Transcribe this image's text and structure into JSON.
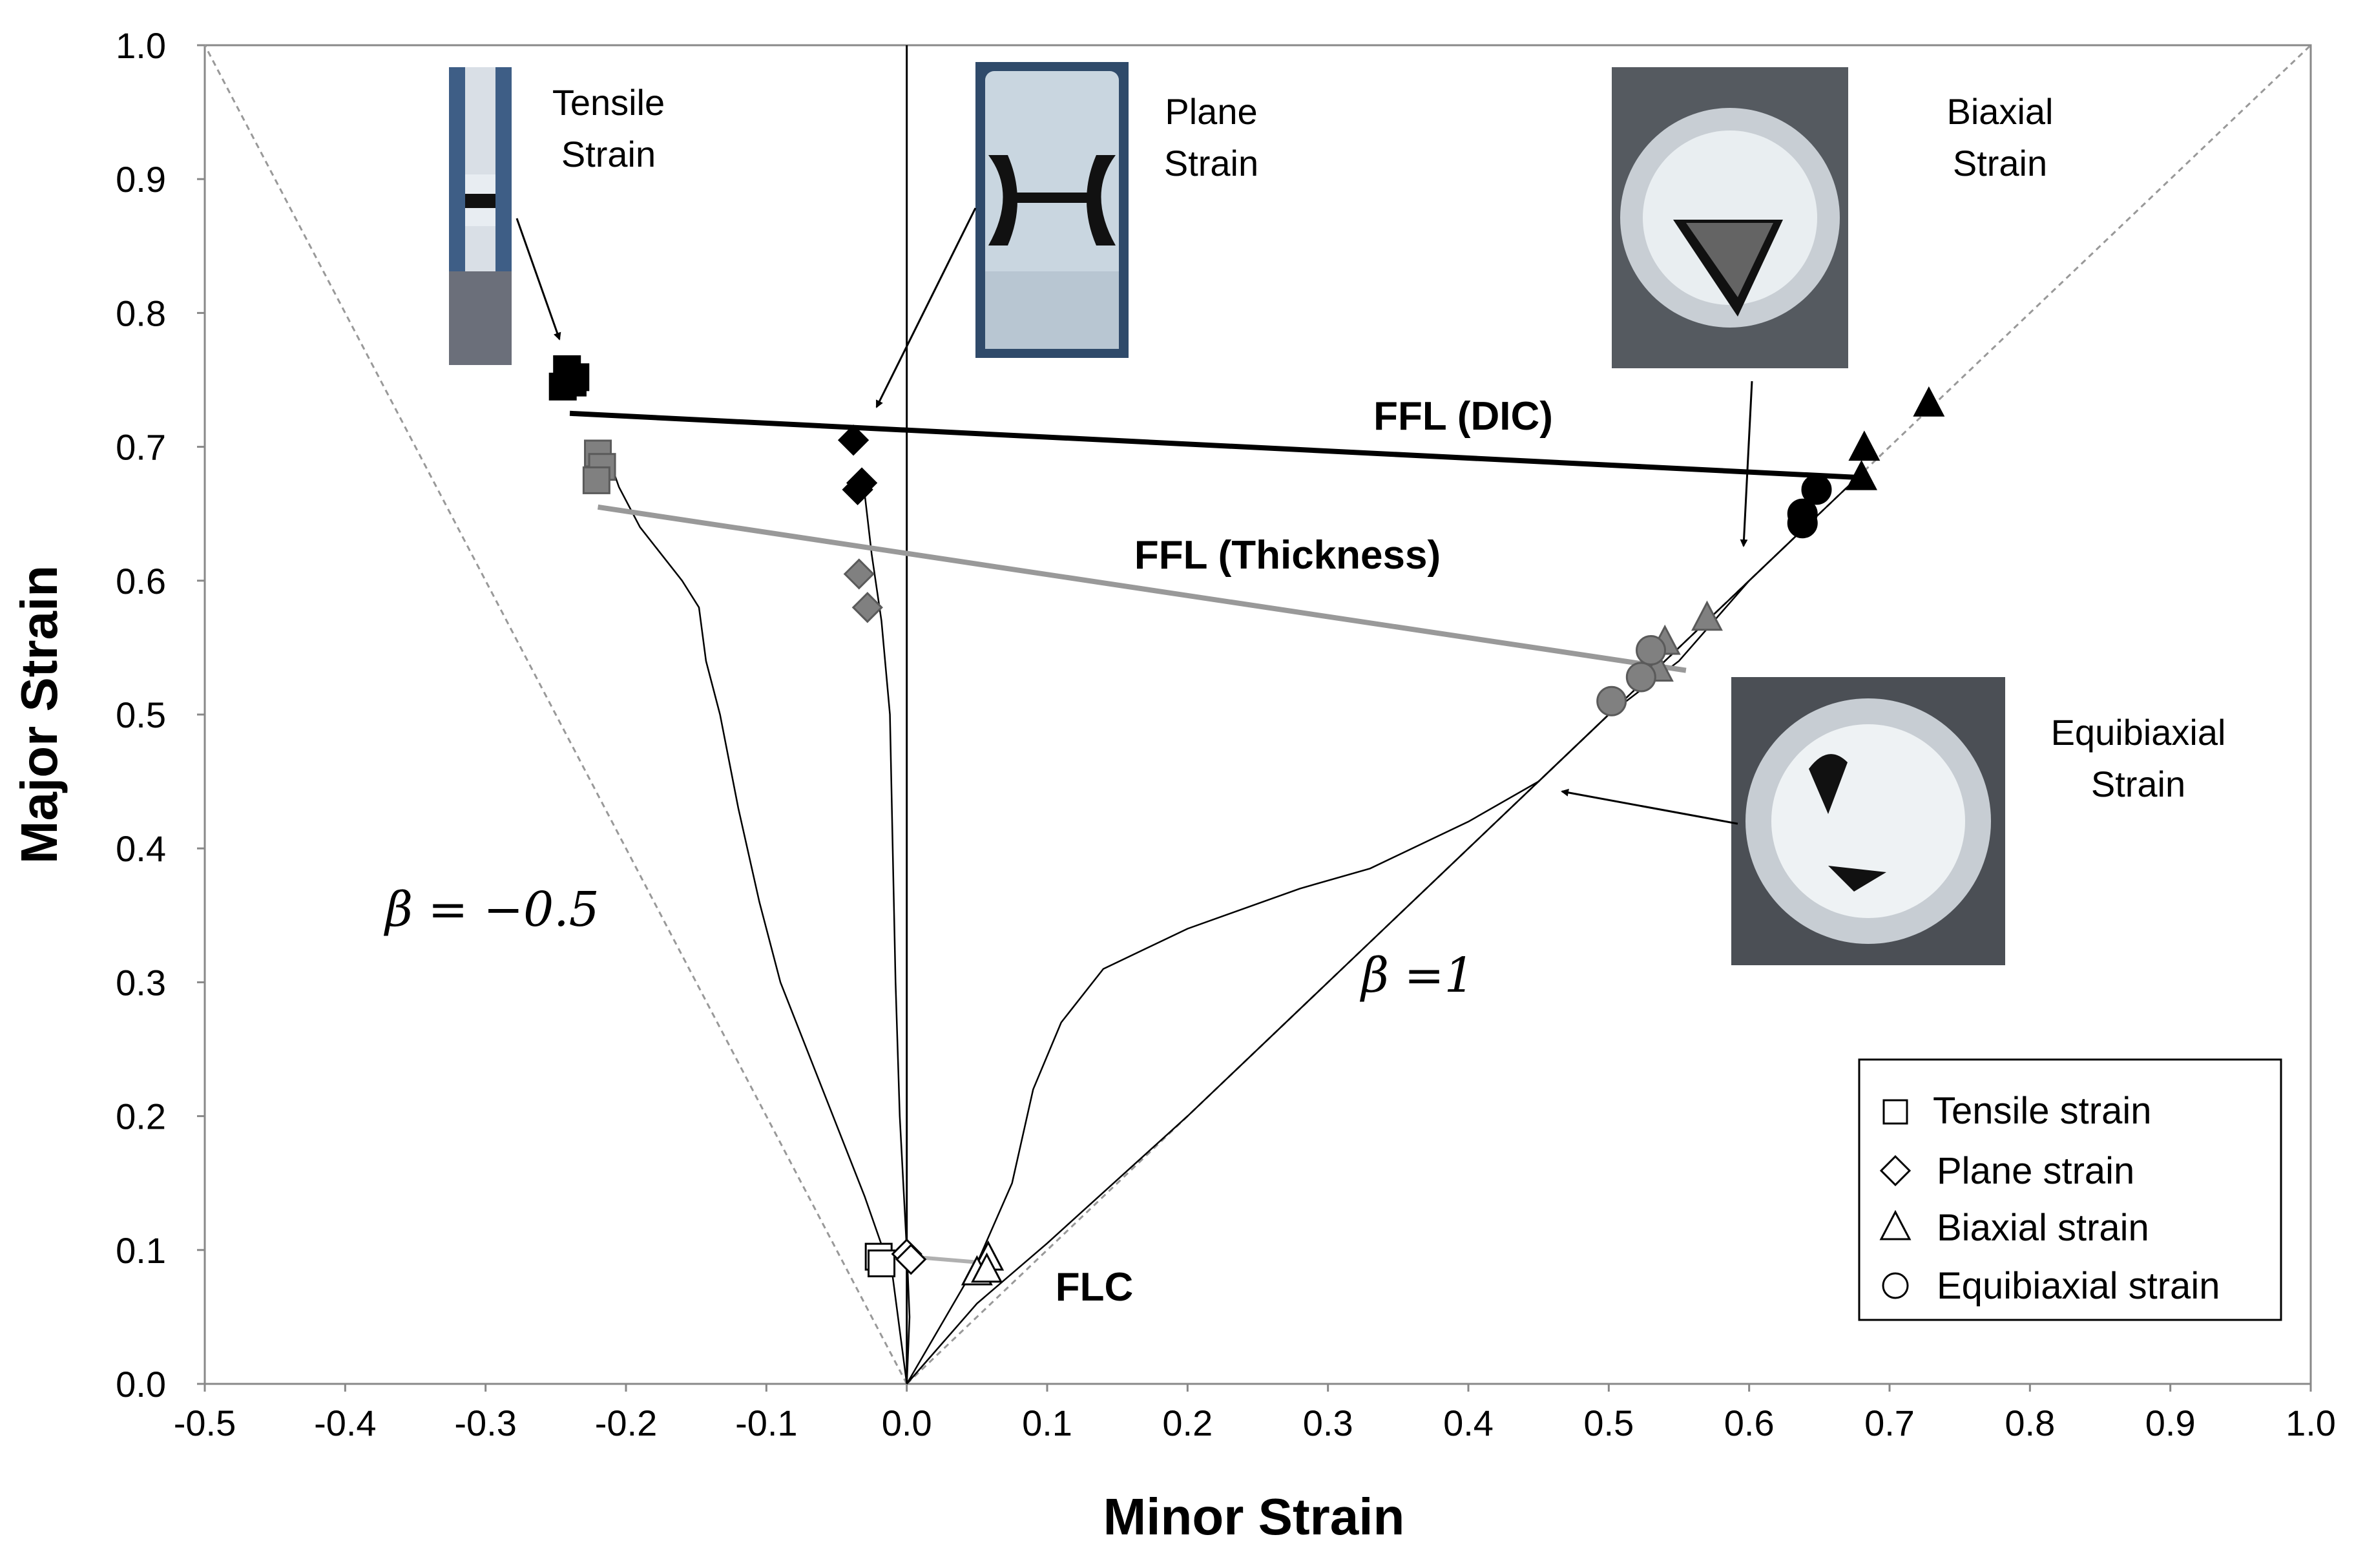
{
  "chart_data": {
    "type": "scatter",
    "xlabel": "Minor Strain",
    "ylabel": "Major Strain",
    "xlim": [
      -0.5,
      1.0
    ],
    "ylim": [
      0.0,
      1.0
    ],
    "x_ticks": [
      "-0.5",
      "-0.4",
      "-0.3",
      "-0.2",
      "-0.1",
      "0.0",
      "0.1",
      "0.2",
      "0.3",
      "0.4",
      "0.5",
      "0.6",
      "0.7",
      "0.8",
      "0.9",
      "1.0"
    ],
    "y_ticks": [
      "0.0",
      "0.1",
      "0.2",
      "0.3",
      "0.4",
      "0.5",
      "0.6",
      "0.7",
      "0.8",
      "0.9",
      "1.0"
    ],
    "grid": false,
    "legend_position": "bottom-right",
    "legend": [
      {
        "label": "Tensile strain",
        "marker": "square"
      },
      {
        "label": "Plane strain",
        "marker": "diamond"
      },
      {
        "label": "Biaxial strain",
        "marker": "triangle"
      },
      {
        "label": "Equibiaxial strain",
        "marker": "circle"
      }
    ],
    "colors": {
      "dic": "#000000",
      "thickness": "#808080",
      "flc": "#ffffff",
      "ffl_thickness_line": "#999999",
      "flc_line": "#b0b0b0"
    },
    "series": [
      {
        "name": "Tensile strain",
        "marker": "square",
        "group": "dic",
        "points": [
          [
            -0.242,
            0.758
          ],
          [
            -0.238,
            0.748
          ],
          [
            -0.245,
            0.745
          ],
          [
            -0.236,
            0.752
          ]
        ]
      },
      {
        "name": "Tensile strain",
        "marker": "square",
        "group": "thickness",
        "points": [
          [
            -0.22,
            0.695
          ],
          [
            -0.217,
            0.685
          ],
          [
            -0.221,
            0.675
          ]
        ]
      },
      {
        "name": "Tensile strain",
        "marker": "square",
        "group": "flc",
        "points": [
          [
            -0.02,
            0.095
          ],
          [
            -0.018,
            0.09
          ]
        ]
      },
      {
        "name": "Plane strain",
        "marker": "diamond",
        "group": "dic",
        "points": [
          [
            -0.038,
            0.705
          ],
          [
            -0.035,
            0.668
          ],
          [
            -0.032,
            0.673
          ]
        ]
      },
      {
        "name": "Plane strain",
        "marker": "diamond",
        "group": "thickness",
        "points": [
          [
            -0.034,
            0.605
          ],
          [
            -0.028,
            0.58
          ]
        ]
      },
      {
        "name": "Plane strain",
        "marker": "diamond",
        "group": "flc",
        "points": [
          [
            0.0,
            0.097
          ],
          [
            0.003,
            0.093
          ]
        ]
      },
      {
        "name": "Biaxial strain",
        "marker": "triangle",
        "group": "dic",
        "points": [
          [
            0.728,
            0.733
          ],
          [
            0.682,
            0.7
          ],
          [
            0.68,
            0.678
          ]
        ]
      },
      {
        "name": "Biaxial strain",
        "marker": "triangle",
        "group": "thickness",
        "points": [
          [
            0.57,
            0.573
          ],
          [
            0.54,
            0.555
          ],
          [
            0.535,
            0.535
          ]
        ]
      },
      {
        "name": "Biaxial strain",
        "marker": "triangle",
        "group": "flc",
        "points": [
          [
            0.058,
            0.095
          ],
          [
            0.05,
            0.084
          ],
          [
            0.057,
            0.086
          ]
        ]
      },
      {
        "name": "Equibiaxial strain",
        "marker": "circle",
        "group": "dic",
        "points": [
          [
            0.648,
            0.668
          ],
          [
            0.638,
            0.65
          ],
          [
            0.638,
            0.643
          ]
        ]
      },
      {
        "name": "Equibiaxial strain",
        "marker": "circle",
        "group": "thickness",
        "points": [
          [
            0.53,
            0.548
          ],
          [
            0.523,
            0.528
          ],
          [
            0.502,
            0.51
          ]
        ]
      }
    ],
    "lines": [
      {
        "label": "FFL (DIC)",
        "points": [
          [
            -0.24,
            0.725
          ],
          [
            0.68,
            0.677
          ]
        ],
        "color": "#000000"
      },
      {
        "label": "FFL (Thickness)",
        "points": [
          [
            -0.22,
            0.655
          ],
          [
            0.555,
            0.533
          ]
        ],
        "color": "#999999"
      },
      {
        "label": "FLC",
        "points": [
          [
            -0.02,
            0.097
          ],
          [
            0.06,
            0.09
          ]
        ],
        "color": "#b0b0b0"
      }
    ],
    "reference_lines": [
      {
        "label": "β = −0.5",
        "points": [
          [
            0.0,
            0.0
          ],
          [
            -0.5,
            1.0
          ]
        ]
      },
      {
        "label": "β =1",
        "points": [
          [
            0.0,
            0.0
          ],
          [
            1.0,
            1.0
          ]
        ]
      }
    ],
    "strain_paths": [
      {
        "name": "tensile",
        "points": [
          [
            0.0,
            0.0
          ],
          [
            -0.01,
            0.08
          ],
          [
            -0.03,
            0.14
          ],
          [
            -0.06,
            0.22
          ],
          [
            -0.09,
            0.3
          ],
          [
            -0.105,
            0.36
          ],
          [
            -0.12,
            0.43
          ],
          [
            -0.133,
            0.5
          ],
          [
            -0.143,
            0.54
          ],
          [
            -0.148,
            0.58
          ],
          [
            -0.16,
            0.6
          ],
          [
            -0.19,
            0.64
          ],
          [
            -0.205,
            0.67
          ],
          [
            -0.215,
            0.7
          ]
        ]
      },
      {
        "name": "plane",
        "points": [
          [
            0.0,
            0.0
          ],
          [
            0.002,
            0.05
          ],
          [
            0.0,
            0.1
          ],
          [
            -0.005,
            0.2
          ],
          [
            -0.008,
            0.3
          ],
          [
            -0.01,
            0.4
          ],
          [
            -0.012,
            0.5
          ],
          [
            -0.018,
            0.57
          ],
          [
            -0.025,
            0.62
          ],
          [
            -0.03,
            0.665
          ]
        ]
      },
      {
        "name": "biaxial",
        "points": [
          [
            0.0,
            0.0
          ],
          [
            0.05,
            0.09
          ],
          [
            0.075,
            0.15
          ],
          [
            0.09,
            0.22
          ],
          [
            0.11,
            0.27
          ],
          [
            0.14,
            0.31
          ],
          [
            0.2,
            0.34
          ],
          [
            0.28,
            0.37
          ],
          [
            0.33,
            0.385
          ],
          [
            0.4,
            0.42
          ],
          [
            0.45,
            0.45
          ],
          [
            0.5,
            0.5
          ],
          [
            0.55,
            0.54
          ],
          [
            0.6,
            0.6
          ],
          [
            0.64,
            0.64
          ],
          [
            0.675,
            0.675
          ]
        ]
      },
      {
        "name": "equibiaxial",
        "points": [
          [
            0.0,
            0.0
          ],
          [
            0.05,
            0.06
          ],
          [
            0.1,
            0.105
          ],
          [
            0.2,
            0.2
          ],
          [
            0.3,
            0.3
          ],
          [
            0.4,
            0.4
          ],
          [
            0.5,
            0.5
          ],
          [
            0.6,
            0.6
          ],
          [
            0.64,
            0.64
          ]
        ]
      }
    ],
    "text_labels": [
      {
        "key": "ffl_dic",
        "text": "FFL (DIC)"
      },
      {
        "key": "ffl_thickness",
        "text": "FFL (Thickness)"
      },
      {
        "key": "flc",
        "text": "FLC"
      },
      {
        "key": "beta_neg",
        "text": "β = −0.5"
      },
      {
        "key": "beta_one",
        "text": "β =1"
      }
    ],
    "photo_annotations": [
      {
        "key": "tensile",
        "lines": [
          "Tensile",
          "Strain"
        ]
      },
      {
        "key": "plane",
        "lines": [
          "Plane",
          "Strain"
        ]
      },
      {
        "key": "biaxial",
        "lines": [
          "Biaxial",
          "Strain"
        ]
      },
      {
        "key": "equibiaxial",
        "lines": [
          "Equibiaxial",
          "Strain"
        ]
      }
    ]
  }
}
